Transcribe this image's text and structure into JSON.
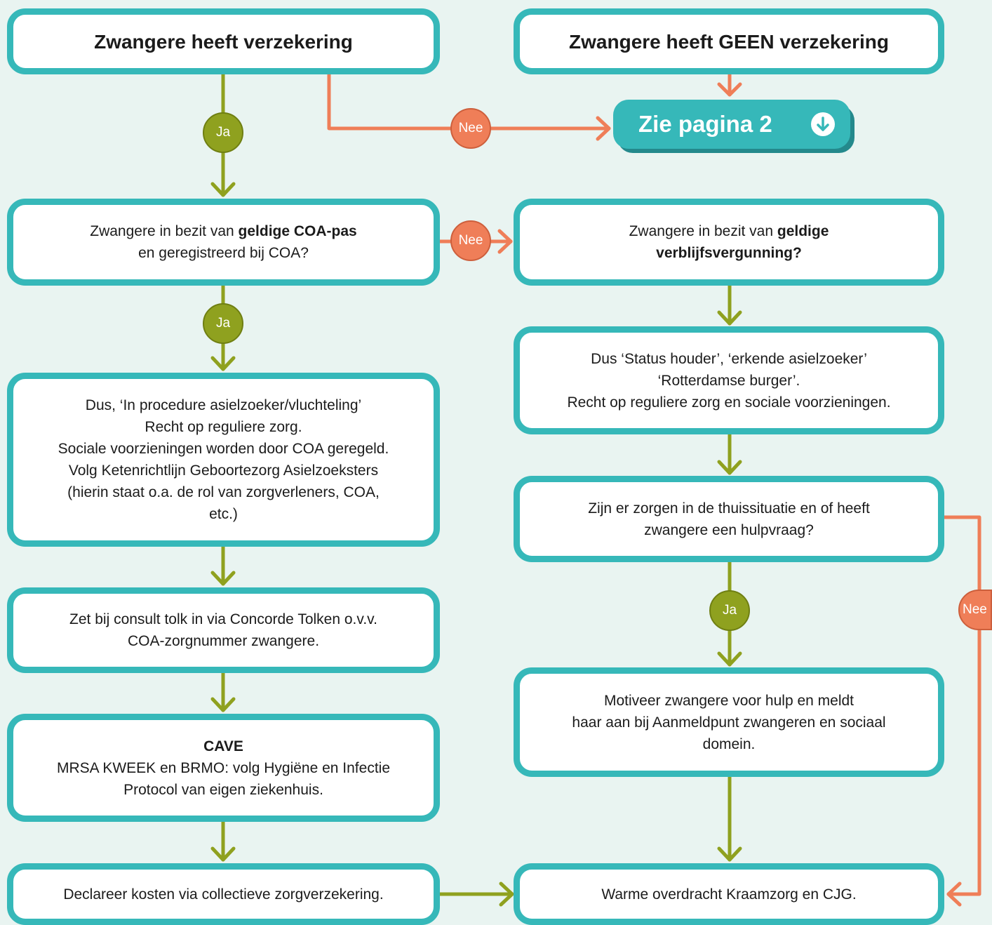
{
  "colors": {
    "teal": "#36b8b9",
    "green": "#8fa11f",
    "orange": "#ef7e58",
    "background": "#e9f4f1"
  },
  "boxes": {
    "verzekering": {
      "text": "Zwangere heeft verzekering"
    },
    "geen_verzekering": {
      "text": "Zwangere heeft GEEN verzekering"
    },
    "coa_pas": {
      "pre": "Zwangere in bezit van ",
      "bold": "geldige COA-pas",
      "post": "en geregistreerd bij COA?"
    },
    "verblijf": {
      "pre": "Zwangere in bezit van ",
      "bold1": "geldige",
      "bold2": "verblijfsvergunning?"
    },
    "procedure": {
      "lines": [
        "Dus, ‘In procedure asielzoeker/vluchteling’",
        "Recht op reguliere zorg.",
        "Sociale voorzieningen worden door COA geregeld.",
        "Volg Ketenrichtlijn Geboortezorg Asielzoeksters",
        "(hierin staat o.a. de rol van zorgverleners, COA,",
        "etc.)"
      ]
    },
    "status": {
      "lines": [
        "Dus ‘Status houder’, ‘erkende asielzoeker’",
        "‘Rotterdamse burger’.",
        "Recht op reguliere zorg en sociale voorzieningen."
      ]
    },
    "zorgen": {
      "lines": [
        "Zijn er zorgen in de thuissituatie en of heeft",
        "zwangere een hulpvraag?"
      ]
    },
    "tolk": {
      "lines": [
        "Zet bij consult tolk in via Concorde Tolken o.v.v.",
        "COA-zorgnummer zwangere."
      ]
    },
    "motiveer": {
      "lines": [
        "Motiveer zwangere voor hulp en meldt",
        "haar aan bij Aanmeldpunt zwangeren en sociaal",
        "domein."
      ]
    },
    "cave": {
      "title": "CAVE",
      "lines": [
        "MRSA KWEEK en BRMO: volg Hygiëne en Infectie",
        "Protocol van eigen ziekenhuis."
      ]
    },
    "declareer": {
      "text": "Declareer kosten via collectieve zorgverzekering."
    },
    "warme": {
      "text": "Warme overdracht Kraamzorg en CJG."
    }
  },
  "button": {
    "label": "Zie pagina 2",
    "icon": "arrow-down-circle-icon"
  },
  "badges": {
    "ja": "Ja",
    "nee": "Nee"
  }
}
